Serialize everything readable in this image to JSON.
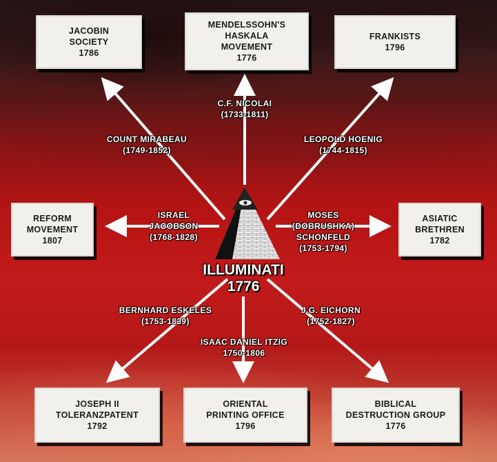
{
  "center": {
    "name": "ILLUMINATI",
    "year": "1776"
  },
  "boxes": {
    "jacobin": {
      "line1": "JACOBIN",
      "line2": "SOCIETY",
      "year": "1786"
    },
    "haskala": {
      "line1": "MENDELSSOHN'S",
      "line2": "HASKALA",
      "line3": "MOVEMENT",
      "year": "1776"
    },
    "frankists": {
      "line1": "FRANKISTS",
      "year": "1796"
    },
    "reform": {
      "line1": "REFORM",
      "line2": "MOVEMENT",
      "year": "1807"
    },
    "asiatic": {
      "line1": "ASIATIC",
      "line2": "BRETHREN",
      "year": "1782"
    },
    "joseph": {
      "line1": "JOSEPH II",
      "line2": "TOLERANZPATENT",
      "year": "1792"
    },
    "oriental": {
      "line1": "ORIENTAL",
      "line2": "PRINTING OFFICE",
      "year": "1796"
    },
    "biblical": {
      "line1": "BIBLICAL",
      "line2": "DESTRUCTION GROUP",
      "year": "1776"
    }
  },
  "labels": {
    "nicolai": {
      "name": "C.F. NICOLAI",
      "years": "(1733-1811)"
    },
    "mirabeau": {
      "name": "COUNT MIRABEAU",
      "years": "(1749-1852)"
    },
    "hoenig": {
      "name": "LEOPOLD HOENIG",
      "years": "(1744-1815)"
    },
    "jacobson": {
      "name1": "ISRAEL",
      "name2": "JACOBSON",
      "years": "(1768-1828)"
    },
    "schonfeld": {
      "name1": "MOSES",
      "name2": "(DOBRUSHKA)",
      "name3": "SCHONFELD",
      "years": "(1753-1794)"
    },
    "eskeles": {
      "name": "BERNHARD ESKELES",
      "years": "(1753-1839)"
    },
    "itzig": {
      "name": "ISAAC DANIEL ITZIG",
      "years": "1750-1806"
    },
    "eichorn": {
      "name": "J.G. EICHORN",
      "years": "(1752-1827)"
    }
  }
}
